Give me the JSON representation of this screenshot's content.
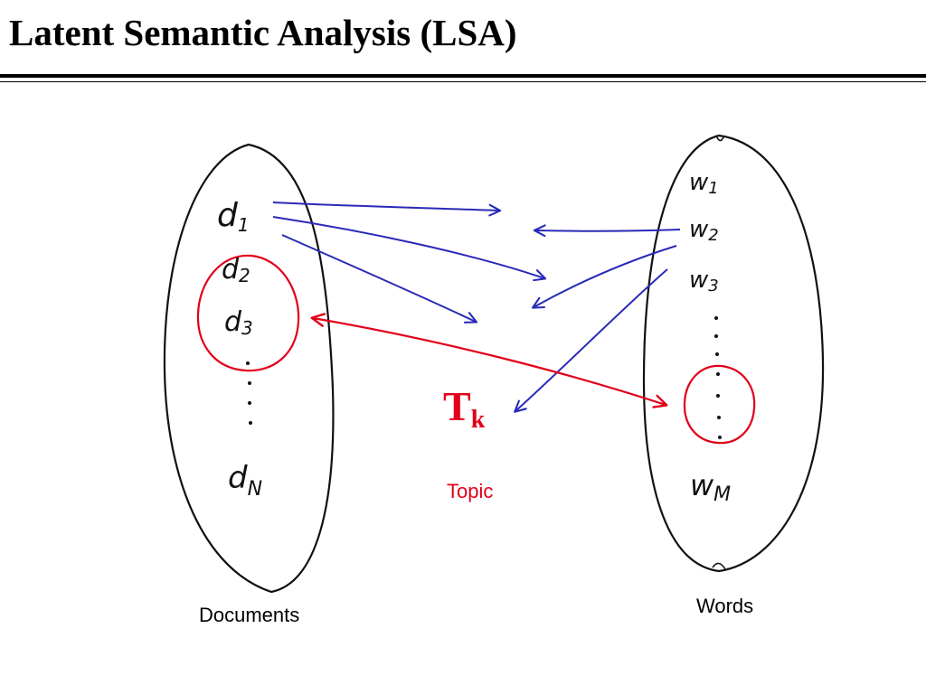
{
  "title": "Latent Semantic Analysis (LSA)",
  "colors": {
    "ink": "#111111",
    "link_blue": "#2a2ab8",
    "highlight_red": "#e2001a"
  },
  "documents": {
    "items": [
      {
        "base": "d",
        "sub": "1"
      },
      {
        "base": "d",
        "sub": "2"
      },
      {
        "base": "d",
        "sub": "3"
      },
      {
        "base": "d",
        "sub": "N"
      }
    ],
    "label": "Documents"
  },
  "words": {
    "items": [
      {
        "base": "w",
        "sub": "1"
      },
      {
        "base": "w",
        "sub": "2"
      },
      {
        "base": "w",
        "sub": "3"
      },
      {
        "base": "w",
        "sub": "M"
      }
    ],
    "label": "Words"
  },
  "topic": {
    "symbol": "T",
    "sub": "k",
    "label": "Topic"
  }
}
